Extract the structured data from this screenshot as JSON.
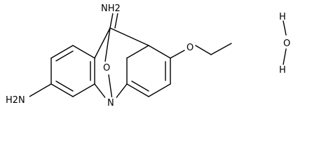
{
  "colors": {
    "bond": "#000000",
    "background": "#ffffff"
  },
  "atoms": {
    "nh2_left": "H2N",
    "nh2_top": "NH2",
    "oxygen_bridge": "O",
    "nitrogen": "N",
    "ethoxy_oxygen": "O",
    "water_h_upper": "H",
    "water_o": "O",
    "water_h_lower": "H"
  }
}
